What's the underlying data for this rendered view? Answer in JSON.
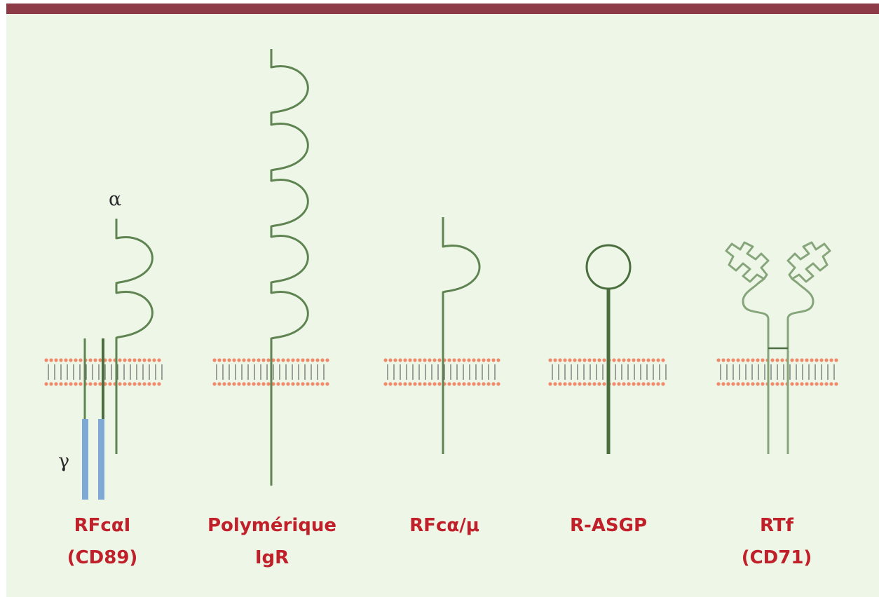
{
  "colors": {
    "top_bar": "#8e3b48",
    "panel": "#eef6e8",
    "receptor_line": "#5f8451",
    "receptor_dark": "#4a6e3e",
    "rtf_line": "#87a57b",
    "gamma_chain": "#7ea8d6",
    "membrane_dots": "#f08a6a",
    "membrane_ticks": "#666666",
    "label": "#c0202a"
  },
  "chain_labels": {
    "alpha": "α",
    "gamma": "γ"
  },
  "receptors": [
    {
      "id": "rfcai",
      "line1": "RFcαI",
      "line2": "(CD89)"
    },
    {
      "id": "pigr",
      "line1": "Polymérique",
      "line2": "IgR"
    },
    {
      "id": "rfcamu",
      "line1": "RFcα/μ",
      "line2": ""
    },
    {
      "id": "rasgp",
      "line1": "R-ASGP",
      "line2": ""
    },
    {
      "id": "rtf",
      "line1": "RTf",
      "line2": "(CD71)"
    }
  ]
}
